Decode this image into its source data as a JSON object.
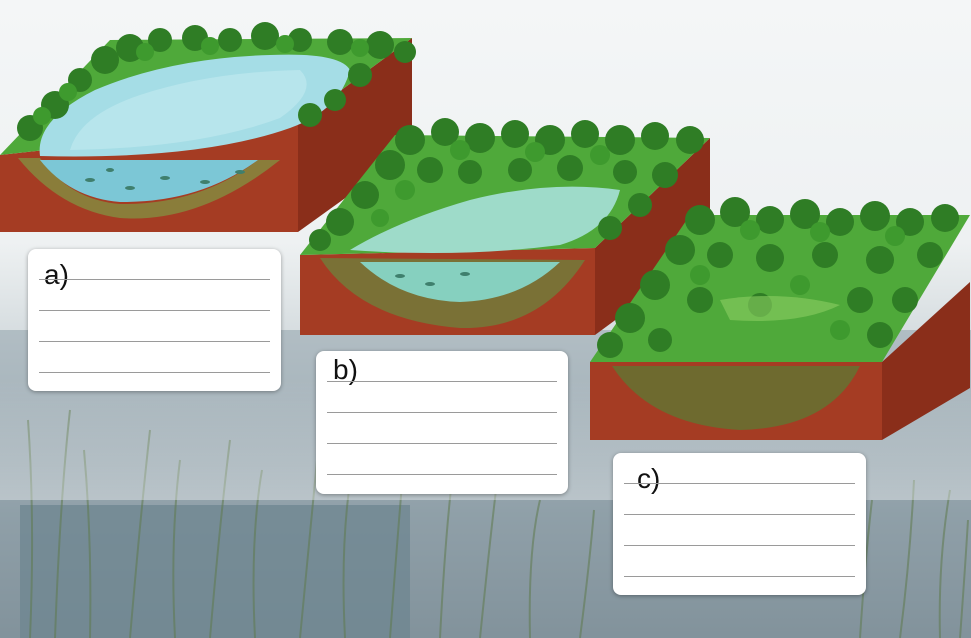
{
  "stages": [
    {
      "id": "a",
      "label": "a)",
      "water": "#8fd0de",
      "water_deep": "#7cc7d6",
      "sediment": "light"
    },
    {
      "id": "b",
      "label": "b)",
      "water": "#9edbc9",
      "water_deep": "#86d0bf",
      "sediment": "medium"
    },
    {
      "id": "c",
      "label": "c)",
      "water": "",
      "water_deep": "",
      "sediment": "full"
    }
  ],
  "colors": {
    "soil": "#a33a22",
    "soil_dark": "#7d2616",
    "sediment": "#7a7136",
    "grass": "#4fa93a",
    "tree": "#2f7d25"
  }
}
